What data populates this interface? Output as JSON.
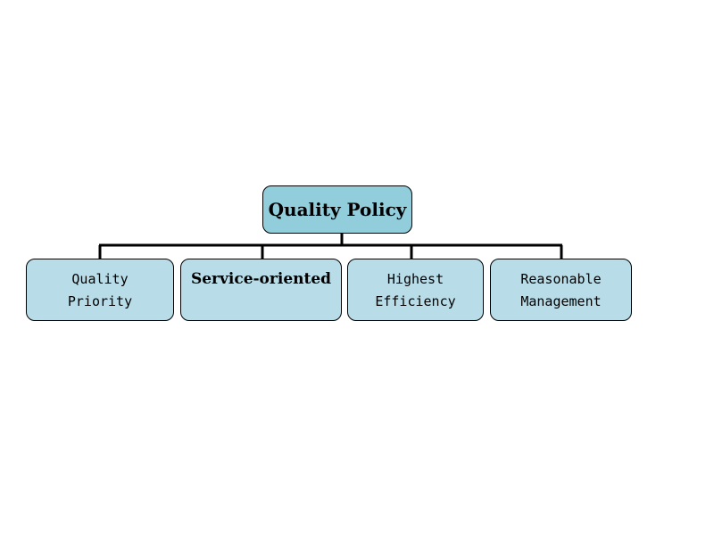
{
  "diagram": {
    "root": {
      "label": "Quality Policy",
      "fill": "#92cddc"
    },
    "children": [
      {
        "lines": [
          "Quality",
          "Priority"
        ]
      },
      {
        "lines": [
          "Service-oriented"
        ]
      },
      {
        "lines": [
          "Highest",
          "Efficiency"
        ]
      },
      {
        "lines": [
          "Reasonable",
          "Management"
        ]
      }
    ],
    "child_fill": "#b8dde9",
    "connector_color": "#000000"
  }
}
